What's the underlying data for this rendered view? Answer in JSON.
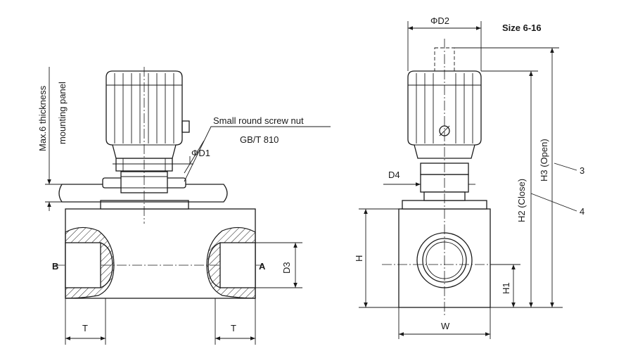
{
  "size_label": "Size 6-16",
  "panel_note_line1": "Max.6 thickness",
  "panel_note_line2": "mounting panel",
  "nut_note_line1": "Small round screw nut",
  "nut_note_line2": "GB/T 810",
  "ports": {
    "a": "A",
    "b": "B"
  },
  "dimensions": {
    "d1": "ΦD1",
    "d2": "ΦD2",
    "d3": "D3",
    "d4": "D4",
    "t_left": "T",
    "t_right": "T",
    "h": "H",
    "h1": "H1",
    "h2": "H2 (Close)",
    "h3": "H3 (Open)",
    "w": "W"
  },
  "callouts": {
    "item3": "3",
    "item4": "4"
  }
}
